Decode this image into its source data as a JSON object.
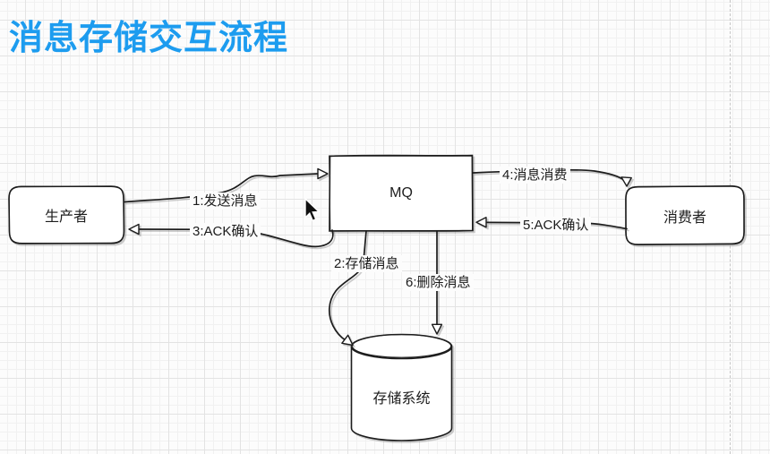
{
  "title": "消息存储交互流程",
  "colors": {
    "title_blue": "#1d9cef",
    "line_black": "#1c1c1c",
    "node_fill": "#ffffff",
    "canvas_bg": "#fcfcfc"
  },
  "diagram": {
    "nodes": [
      {
        "id": "producer",
        "label": "生产者",
        "shape": "rounded-rectangle"
      },
      {
        "id": "mq",
        "label": "MQ",
        "shape": "rectangle"
      },
      {
        "id": "consumer",
        "label": "消费者",
        "shape": "rounded-rectangle"
      },
      {
        "id": "storage",
        "label": "存储系统",
        "shape": "cylinder"
      }
    ],
    "edges": [
      {
        "id": "1",
        "from": "producer",
        "to": "mq",
        "label": "1:发送消息"
      },
      {
        "id": "2",
        "from": "mq",
        "to": "storage",
        "label": "2:存储消息"
      },
      {
        "id": "3",
        "from": "mq",
        "to": "producer",
        "label": "3:ACK确认"
      },
      {
        "id": "4",
        "from": "mq",
        "to": "consumer",
        "label": "4:消息消费"
      },
      {
        "id": "5",
        "from": "consumer",
        "to": "mq",
        "label": "5:ACK确认"
      },
      {
        "id": "6",
        "from": "mq",
        "to": "storage",
        "label": "6:删除消息"
      }
    ]
  },
  "cursor": {
    "type": "arrow-pointer"
  }
}
